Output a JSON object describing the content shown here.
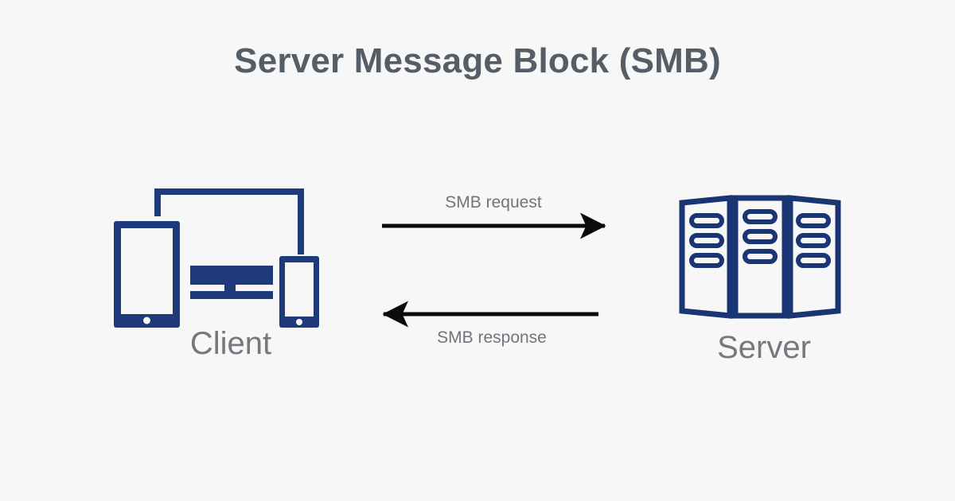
{
  "page": {
    "title": "Server Message Block (SMB)",
    "background_color": "#f7f7f7",
    "title_color": "#555e67"
  },
  "diagram": {
    "type": "sequence-flow",
    "accent_color": "#1e3a7a",
    "arrow_color": "#0b0b0b",
    "label_color": "#75797d",
    "nodes": [
      {
        "id": "client",
        "label": "Client",
        "icon": "client-devices-icon",
        "devices": [
          "tablet",
          "desktop-monitor",
          "smartphone"
        ]
      },
      {
        "id": "server",
        "label": "Server",
        "icon": "server-rack-icon",
        "panels": 3,
        "slots_per_panel": 3
      }
    ],
    "arrows": [
      {
        "id": "smb-request",
        "label": "SMB request",
        "direction": "right",
        "from": "client",
        "to": "server",
        "label_position": "above"
      },
      {
        "id": "smb-response",
        "label": "SMB response",
        "direction": "left",
        "from": "server",
        "to": "client",
        "label_position": "below"
      }
    ]
  }
}
